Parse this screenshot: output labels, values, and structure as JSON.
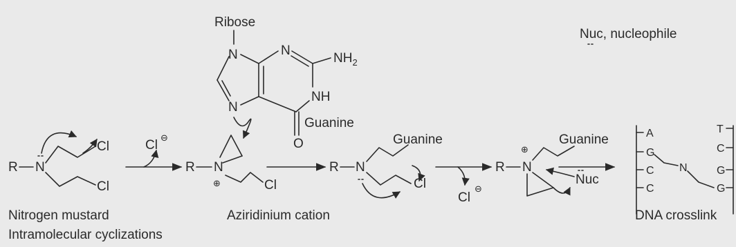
{
  "legend": {
    "nuc": "Nuc, nucleophile"
  },
  "guanine": {
    "ribose": "Ribose",
    "n": "N",
    "n9": "N",
    "n7": "N",
    "nh": "NH",
    "nh2": "NH",
    "sub2": "2",
    "o": "O",
    "label": "Guanine"
  },
  "mustard": {
    "r": "R",
    "n": "N",
    "cl1": "Cl",
    "cl2": "Cl"
  },
  "chloride_out": {
    "cl": "Cl",
    "charge": "⊖"
  },
  "aziridinium": {
    "r": "R",
    "n": "N",
    "charge": "⊕",
    "cl": "Cl"
  },
  "step3": {
    "r": "R",
    "n": "N",
    "guanine": "Guanine",
    "cl": "Cl"
  },
  "chloride_out2": {
    "cl": "Cl",
    "charge": "⊖"
  },
  "step4": {
    "r": "R",
    "n": "N",
    "charge": "⊕",
    "guanine": "Guanine",
    "nuc": "Nuc"
  },
  "dna": {
    "left_bases": [
      "A",
      "G",
      "C",
      "C"
    ],
    "right_bases": [
      "T",
      "C",
      "G",
      "G"
    ],
    "n": "N"
  },
  "labels": {
    "mustard": "Nitrogen mustard",
    "cyclization": "Intramolecular cyclizations",
    "aziridinium": "Aziridinium cation",
    "crosslink": "DNA crosslink"
  }
}
